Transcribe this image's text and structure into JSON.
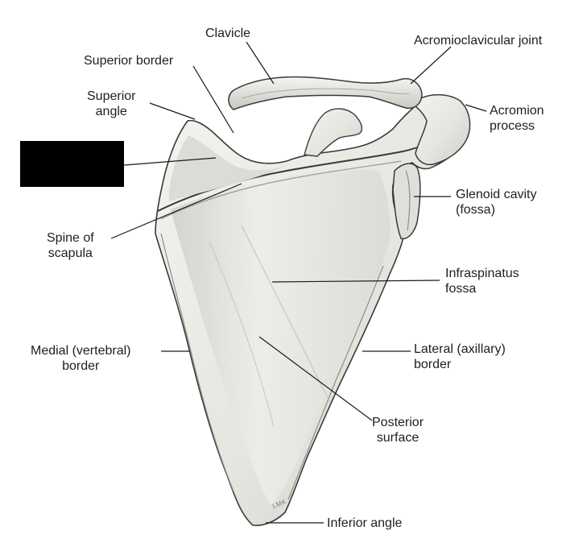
{
  "labels": {
    "clavicle": "Clavicle",
    "acromioclavicular_joint": "Acromioclavicular joint",
    "superior_border": "Superior border",
    "superior_angle": [
      "Superior",
      "angle"
    ],
    "acromion_process": [
      "Acromion",
      "process"
    ],
    "glenoid_cavity": [
      "Glenoid cavity",
      "(fossa)"
    ],
    "spine_of_scapula": [
      "Spine of",
      "scapula"
    ],
    "infraspinatus_fossa": [
      "Infraspinatus",
      "fossa"
    ],
    "medial_border": [
      "Medial (vertebral)",
      "border"
    ],
    "lateral_border": [
      "Lateral (axillary)",
      "border"
    ],
    "posterior_surface": [
      "Posterior",
      "surface"
    ],
    "inferior_angle": "Inferior angle"
  },
  "signature": "LMK",
  "colors": {
    "bone_fill": "#ecebe6",
    "bone_shadow": "#b9b7b1",
    "outline": "#3a3a3a",
    "leader": "#1a1a1a",
    "redaction": "#000000"
  }
}
